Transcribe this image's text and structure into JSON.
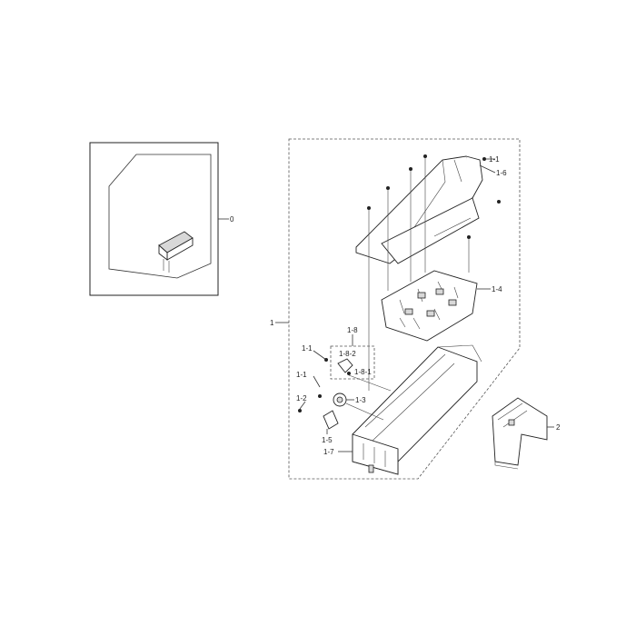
{
  "labels": {
    "l0": "0",
    "l1": "1",
    "l1_1a": "1-1",
    "l1_6": "1-6",
    "l1_4": "1-4",
    "l1_8": "1-8",
    "l1_1b": "1-1",
    "l1_8_2": "1-8-2",
    "l1_8_1": "1-8-1",
    "l1_1c": "1-1",
    "l1_3": "1-3",
    "l1_2": "1-2",
    "l1_5": "1-5",
    "l1_7": "1-7",
    "l2": "2"
  }
}
